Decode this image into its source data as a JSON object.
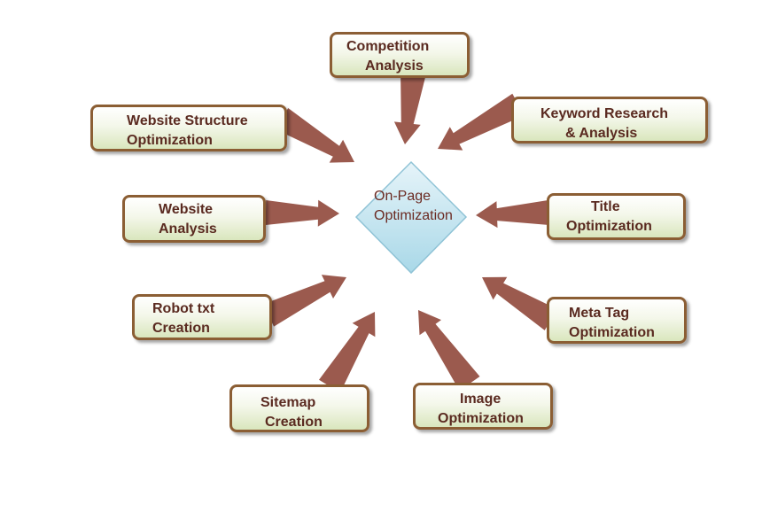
{
  "center": {
    "line1": "On-Page",
    "line2": "Optimization"
  },
  "nodes": {
    "competition": {
      "line1": "Competition",
      "line2": "Analysis"
    },
    "keyword": {
      "line1": "Keyword Research",
      "line2": "& Analysis"
    },
    "structure": {
      "line1": "Website Structure",
      "line2": "Optimization"
    },
    "website": {
      "line1": "Website",
      "line2": "Analysis"
    },
    "title": {
      "line1": "Title",
      "line2": "Optimization"
    },
    "robot": {
      "line1": "Robot txt",
      "line2": "Creation"
    },
    "metatag": {
      "line1": "Meta Tag",
      "line2": "Optimization"
    },
    "sitemap": {
      "line1": "Sitemap",
      "line2": "Creation"
    },
    "image": {
      "line1": "Image",
      "line2": "Optimization"
    }
  },
  "colors": {
    "arrow": "#9b5a4e",
    "box_border": "#8b5e34",
    "text": "#5a2a20",
    "diamond_top": "#e6f4f9",
    "diamond_bottom": "#a9d8e8"
  }
}
